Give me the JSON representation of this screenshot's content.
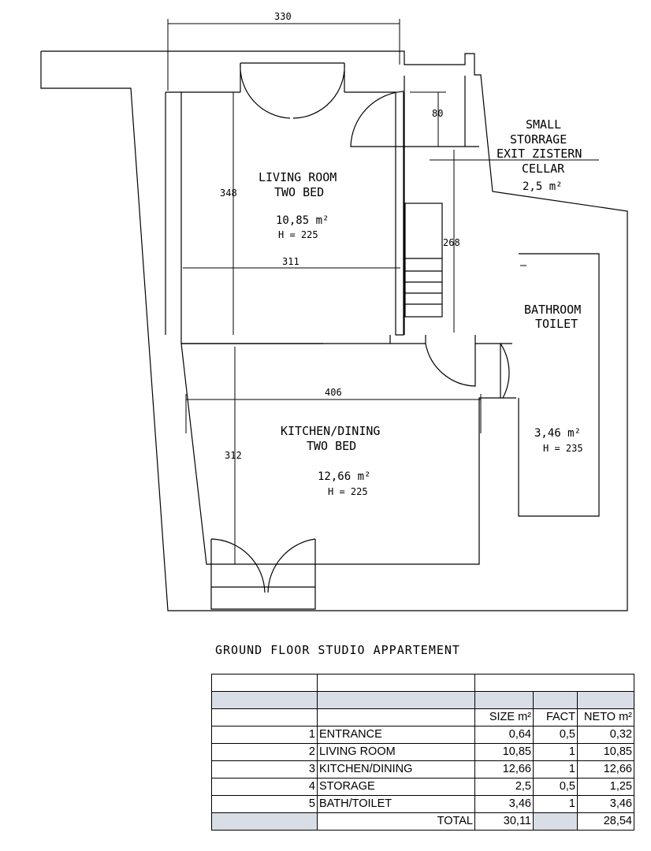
{
  "plan": {
    "rooms": [
      {
        "id": "living",
        "name_line1": "LIVING ROOM",
        "name_line2": "TWO BED",
        "area": "10,85 m²",
        "height": "H = 225"
      },
      {
        "id": "kitchen",
        "name_line1": "KITCHEN/DINING",
        "name_line2": "TWO BED",
        "area": "12,66 m²",
        "height": "H = 225"
      },
      {
        "id": "bath",
        "name_line1": "BATHROOM",
        "name_line2": "TOILET",
        "area": "3,46 m²",
        "height": "H = 235"
      },
      {
        "id": "storage",
        "name_line1": "SMALL",
        "name_line2": "STORRAGE",
        "name_line3": "EXIT ZISTERN",
        "name_line4": "CELLAR",
        "area": "2,5 m²"
      }
    ],
    "dimensions": {
      "top_width": "330",
      "living_height": "348",
      "living_width": "311",
      "door_gap": "80",
      "stair_length": "268",
      "kitchen_width": "406",
      "kitchen_height": "312"
    }
  },
  "sheet_title": "GROUND FLOOR STUDIO APPARTEMENT",
  "table": {
    "headers": {
      "size": "SIZE m²",
      "fact": "FACT",
      "neto": "NETO m²"
    },
    "rows": [
      {
        "no": "1",
        "name": "ENTRANCE",
        "size": "0,64",
        "fact": "0,5",
        "neto": "0,32"
      },
      {
        "no": "2",
        "name": "LIVING ROOM",
        "size": "10,85",
        "fact": "1",
        "neto": "10,85"
      },
      {
        "no": "3",
        "name": "KITCHEN/DINING",
        "size": "12,66",
        "fact": "1",
        "neto": "12,66"
      },
      {
        "no": "4",
        "name": "STORAGE",
        "size": "2,5",
        "fact": "0,5",
        "neto": "1,25"
      },
      {
        "no": "5",
        "name": "BATH/TOILET",
        "size": "3,46",
        "fact": "1",
        "neto": "3,46"
      }
    ],
    "total": {
      "label": "TOTAL",
      "size": "30,11",
      "neto": "28,54"
    }
  }
}
